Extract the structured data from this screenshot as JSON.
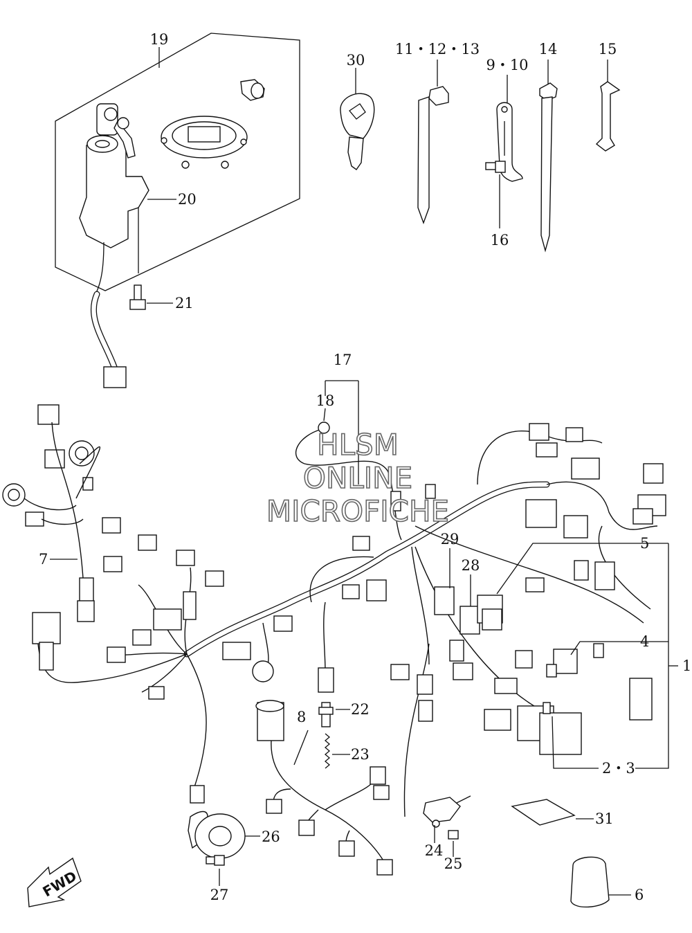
{
  "labels": {
    "p1": "1",
    "p2_3": "2・3",
    "p4": "4",
    "p5": "5",
    "p6": "6",
    "p7": "7",
    "p8": "8",
    "p9_10": "9・10",
    "p11_12_13": "11・12・13",
    "p14": "14",
    "p15": "15",
    "p16": "16",
    "p17": "17",
    "p18": "18",
    "p19": "19",
    "p20": "20",
    "p21": "21",
    "p22": "22",
    "p23": "23",
    "p24": "24",
    "p25": "25",
    "p26": "26",
    "p27": "27",
    "p28": "28",
    "p29": "29",
    "p30": "30",
    "p31": "31"
  },
  "fwd_arrow": "FWD",
  "watermark": {
    "line1": "HLSM",
    "line2": "ONLINE",
    "line3": "MICROFICHE"
  },
  "colors": {
    "ink": "#111111",
    "background": "#ffffff",
    "watermark_outline": "#666666"
  }
}
